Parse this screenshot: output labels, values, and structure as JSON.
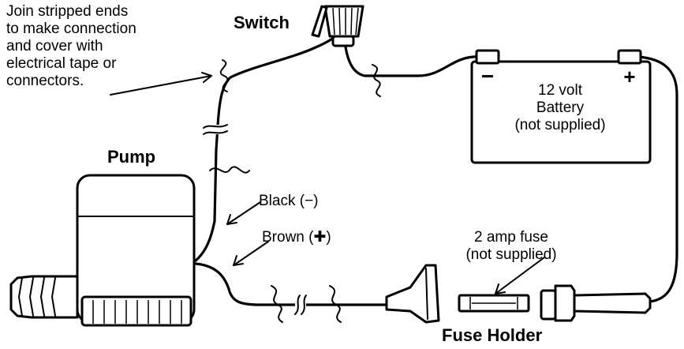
{
  "labels": {
    "join_note": [
      "Join stripped ends",
      "to make connection",
      "and cover with",
      "electrical tape or",
      "connectors."
    ],
    "switch": "Switch",
    "pump": "Pump",
    "battery": [
      "12 volt",
      "Battery",
      "(not supplied)"
    ],
    "black_wire": "Black (−)",
    "brown_wire": "Brown (✚)",
    "fuse": [
      "2 amp fuse",
      "(not supplied)"
    ],
    "fuse_holder": "Fuse Holder"
  },
  "symbols": {
    "battery_negative": "−",
    "battery_positive": "+"
  },
  "colors": {
    "line": "#000000",
    "background": "#ffffff"
  }
}
